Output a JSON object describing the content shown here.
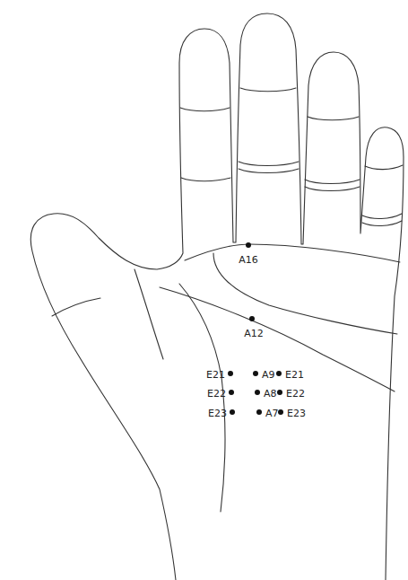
{
  "diagram": {
    "labels": [
      "A16",
      "A12",
      "E21",
      "A9",
      "E21",
      "E22",
      "A8",
      "E22",
      "E23",
      "A7",
      "E23"
    ]
  }
}
